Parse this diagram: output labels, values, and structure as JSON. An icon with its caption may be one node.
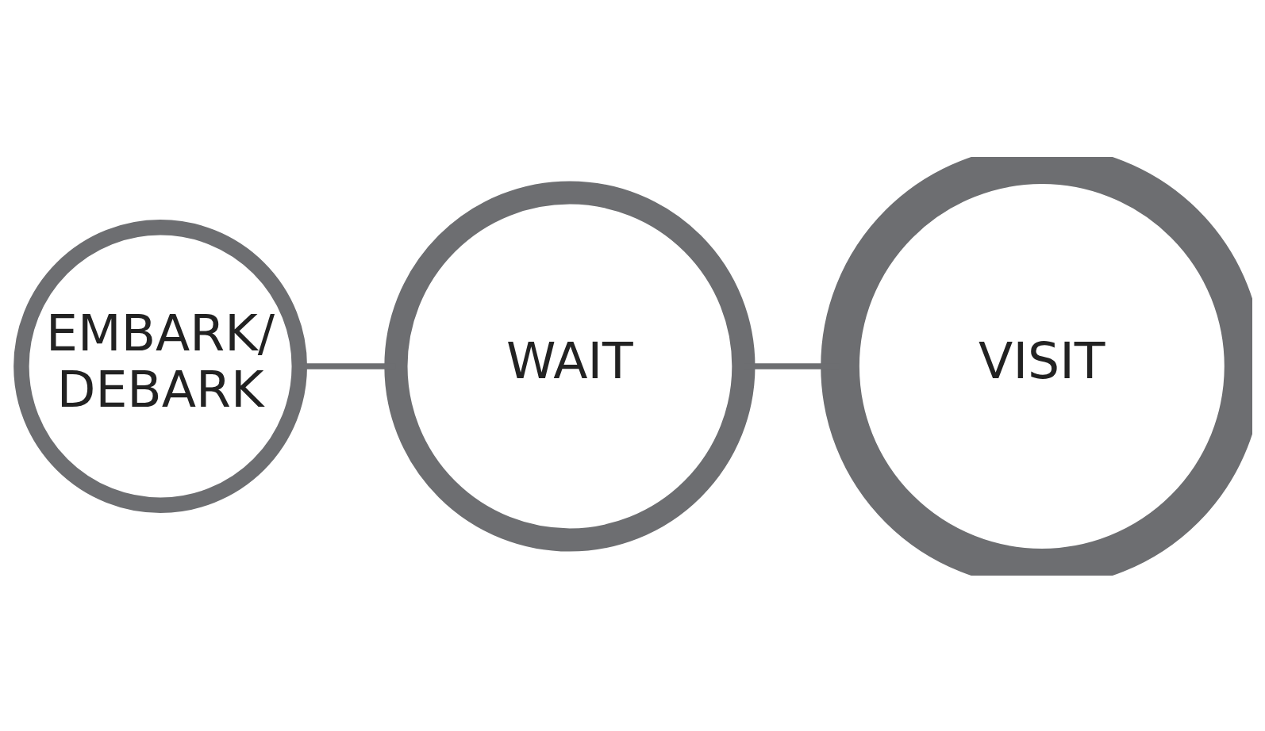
{
  "diagram": {
    "nodes": [
      {
        "text": [
          "EMBARK/ DEBARK"
        ]
      },
      {
        "text": [
          "WAIT"
        ]
      },
      {
        "text": [
          "VISIT"
        ]
      }
    ],
    "edges": [
      {
        "from": 0,
        "to": 1,
        "arrow": "none"
      },
      {
        "from": 1,
        "to": 2,
        "arrow": "none"
      }
    ]
  }
}
